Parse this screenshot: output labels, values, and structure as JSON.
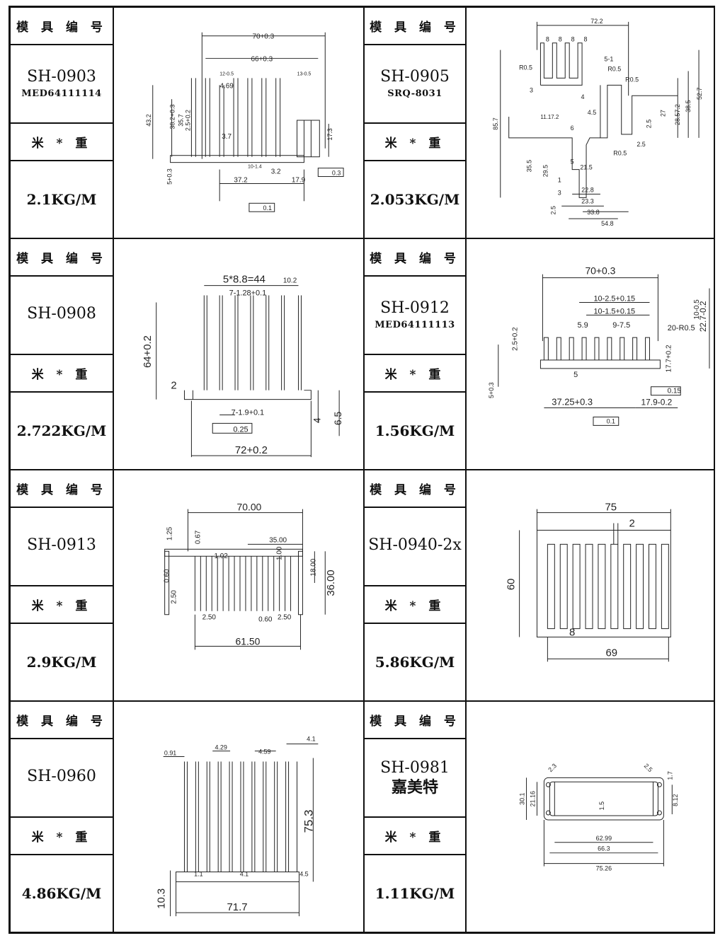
{
  "labels": {
    "mold_no": "模 具 编 号",
    "meter_weight": "米 * 重"
  },
  "items": [
    {
      "code": "SH-0903",
      "sub": "MED64111114",
      "weight": "2.1KG/M",
      "dims": {
        "a": "70+0.3",
        "b": "66+0.3",
        "c": "12-0.5",
        "d": "13-0.5",
        "e": "4.69",
        "f": "43.2",
        "g": "38.2+0.3",
        "h": "35.7",
        "i": "2.5+0.2",
        "j": "3.7",
        "k": "17.3",
        "l": "10-1.4",
        "m": "3.2",
        "n": "5+0.3",
        "o": "37.2",
        "p": "17.9",
        "q": "0.3",
        "r": "0.1"
      }
    },
    {
      "code": "SH-0905",
      "sub": "SRQ-8031",
      "weight": "2.053KG/M",
      "dims": {
        "a": "72.2",
        "b": "8",
        "c": "8",
        "d": "8",
        "e": "8",
        "f": "R0.5",
        "g": "5-1",
        "h": "R0.5",
        "i": "R0.5",
        "j": "3",
        "k": "4",
        "l": "4.5",
        "m": "11.17.2",
        "n": "6",
        "o": "2.5",
        "p": "27",
        "q": "28.57.2",
        "r": "38.5",
        "s": "52.7",
        "t": "85.7",
        "u": "2.5",
        "v": "R0.5",
        "w": "35.5",
        "x": "29.5",
        "y": "5",
        "z": "21.5",
        "aa": "1",
        "ab": "3",
        "ac": "22.8",
        "ad": "23.3",
        "ae": "2.5",
        "af": "33.8",
        "ag": "54.8"
      }
    },
    {
      "code": "SH-0908",
      "sub": "",
      "weight": "2.722KG/M",
      "dims": {
        "a": "5*8.8=44",
        "b": "10.2",
        "c": "7-1.28+0.1",
        "d": "64+0.2",
        "e": "2",
        "f": "7-1.9+0.1",
        "g": "0.25",
        "h": "4",
        "i": "6.5",
        "j": "72+0.2"
      }
    },
    {
      "code": "SH-0912",
      "sub": "MED64111113",
      "weight": "1.56KG/M",
      "dims": {
        "a": "70+0.3",
        "b": "10-2.5+0.15",
        "c": "10-1.5+0.15",
        "d": "5.9",
        "e": "9-7.5",
        "f": "20-R0.5",
        "g": "22.7-0.2",
        "h": "10-0.5",
        "i": "2.5+0.2",
        "j": "17.7+0.2",
        "k": "5",
        "l": "0.15",
        "m": "37.25+0.3",
        "n": "17.9-0.2",
        "o": "0.1",
        "p": "5+0.3"
      }
    },
    {
      "code": "SH-0913",
      "sub": "",
      "weight": "2.9KG/M",
      "dims": {
        "a": "70.00",
        "b": "1.25",
        "c": "0.67",
        "d": "35.00",
        "e": "1.02",
        "f": "1.00",
        "g": "18.00",
        "h": "36.00",
        "i": "0.60",
        "j": "2.50",
        "k": "2.50",
        "l": "0.60",
        "m": "2.50",
        "n": "61.50"
      }
    },
    {
      "code": "SH-0940-2x",
      "sub": "",
      "weight": "5.86KG/M",
      "dims": {
        "a": "75",
        "b": "2",
        "c": "60",
        "d": "8",
        "e": "69"
      }
    },
    {
      "code": "SH-0960",
      "sub": "",
      "weight": "4.86KG/M",
      "dims": {
        "a": "0.91",
        "b": "4.29",
        "c": "4.59",
        "d": "4.1",
        "e": "75.3",
        "f": "1.1",
        "g": "4.1",
        "h": "4.5",
        "i": "10.3",
        "j": "71.7"
      }
    },
    {
      "code": "SH-0981",
      "sub": "嘉美特",
      "weight": "1.11KG/M",
      "dims": {
        "a": "2.3",
        "b": "2.5",
        "c": "1.7",
        "d": "30.1",
        "e": "21.16",
        "f": "1.5",
        "g": "8.12",
        "h": "62.99",
        "i": "66.3",
        "j": "75.26"
      }
    }
  ]
}
